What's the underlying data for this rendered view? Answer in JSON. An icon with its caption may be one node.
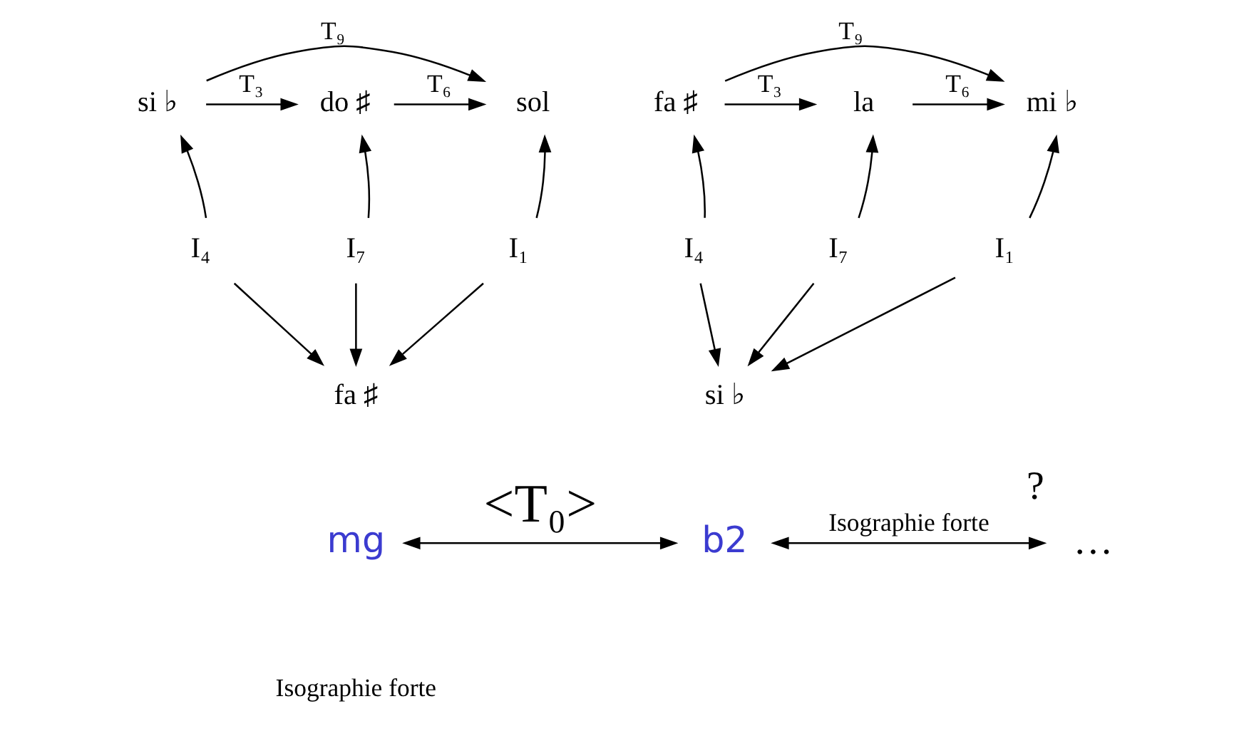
{
  "diagram": {
    "nodes": [
      {
        "text": [
          "si ♭"
        ]
      },
      {
        "text": [
          "do ♯"
        ]
      },
      {
        "text": [
          "sol"
        ]
      },
      {
        "text": [
          "I₄"
        ]
      },
      {
        "text": [
          "I₇"
        ]
      },
      {
        "text": [
          "I₁"
        ]
      },
      {
        "text": [
          "fa ♯"
        ]
      },
      {
        "text": [
          "mg"
        ]
      },
      {
        "text": [
          "fa ♯"
        ]
      },
      {
        "text": [
          "la"
        ]
      },
      {
        "text": [
          "mi ♭"
        ]
      },
      {
        "text": [
          "I₄"
        ]
      },
      {
        "text": [
          "I₇"
        ]
      },
      {
        "text": [
          "I₁"
        ]
      },
      {
        "text": [
          "si ♭"
        ]
      },
      {
        "text": [
          "b2"
        ]
      },
      {
        "text": [
          "…"
        ],
        "beside": [
          "?"
        ]
      }
    ],
    "edges": [
      {
        "from": 0,
        "to": 1,
        "arrow": "to",
        "label": "T₃"
      },
      {
        "from": 1,
        "to": 2,
        "arrow": "to",
        "label": "T₆"
      },
      {
        "from": 0,
        "to": 2,
        "arrow": "to",
        "label": "T₉"
      },
      {
        "from": 3,
        "to": 0,
        "arrow": "to"
      },
      {
        "from": 4,
        "to": 1,
        "arrow": "to"
      },
      {
        "from": 5,
        "to": 2,
        "arrow": "to"
      },
      {
        "from": 3,
        "to": 6,
        "arrow": "to"
      },
      {
        "from": 4,
        "to": 6,
        "arrow": "to"
      },
      {
        "from": 5,
        "to": 6,
        "arrow": "to"
      },
      {
        "from": 8,
        "to": 9,
        "arrow": "to",
        "label": "T₃"
      },
      {
        "from": 9,
        "to": 10,
        "arrow": "to",
        "label": "T₆"
      },
      {
        "from": 8,
        "to": 10,
        "arrow": "to",
        "label": "T₉"
      },
      {
        "from": 11,
        "to": 8,
        "arrow": "to"
      },
      {
        "from": 12,
        "to": 9,
        "arrow": "to"
      },
      {
        "from": 13,
        "to": 10,
        "arrow": "to"
      },
      {
        "from": 11,
        "to": 14,
        "arrow": "to"
      },
      {
        "from": 12,
        "to": 14,
        "arrow": "to"
      },
      {
        "from": 13,
        "to": 14,
        "arrow": "to"
      },
      {
        "from": 7,
        "to": 15,
        "arrow": "both",
        "label": "<T₀>"
      },
      {
        "from": 15,
        "to": 16,
        "arrow": "both",
        "label": "Isographie forte"
      }
    ],
    "labels": [
      "Isographie forte"
    ]
  }
}
